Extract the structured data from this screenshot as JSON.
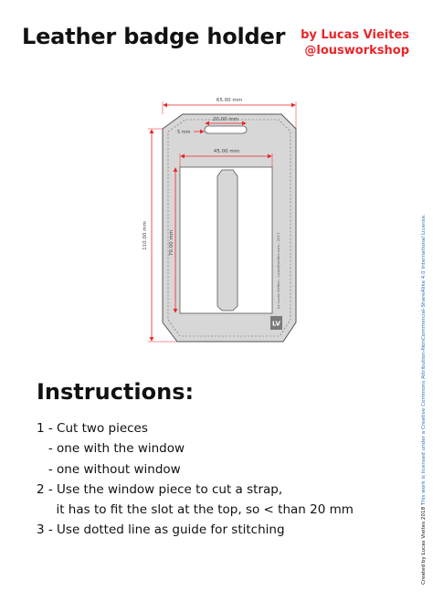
{
  "header": {
    "title": "Leather badge holder",
    "author_line": "by Lucas Vieites",
    "handle": "@lousworkshop"
  },
  "drawing": {
    "dimensions": {
      "overall_width": "65.00 mm",
      "slot_width": "20.00 mm",
      "slot_height": "5 mm",
      "window_width": "45.00 mm",
      "window_height": "70.00 mm",
      "overall_height": "110.00 mm"
    },
    "credit": "by Lucas Vieites - lucas@vieites.com - 2017",
    "logo": "LV",
    "colors": {
      "leather": "#d7d7d7",
      "outline": "#555555",
      "dimension": "#e8262a"
    }
  },
  "instructions": {
    "title": "Instructions:",
    "steps": [
      "1 - Cut two pieces",
      "   - one with the window",
      "   - one without window",
      "2 - Use the window piece to cut a strap,",
      "     it has to fit the slot at the top, so < than 20 mm",
      "3 - Use dotted line as guide for stitching"
    ]
  },
  "license": {
    "credit": "Created by Lucas Vieites 2018",
    "text": "This work is licensed under a Creative Commons Attribution-NonCommercial-ShareAlike 4.0 International License."
  }
}
